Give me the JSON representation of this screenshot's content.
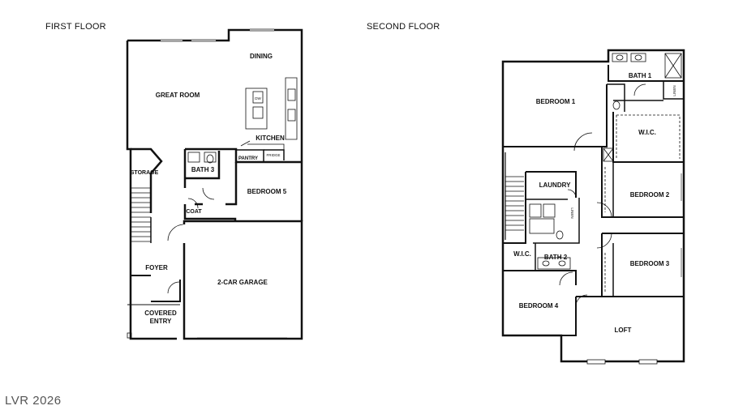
{
  "floors": {
    "first": {
      "title": "FIRST FLOOR",
      "rooms": {
        "dining": "DINING",
        "great_room": "GREAT ROOM",
        "kitchen": "KITCHEN",
        "dw": "DW",
        "pantry": "PANTRY",
        "fridge": "FRIDGE",
        "storage": "STORAGE",
        "bath3": "BATH 3",
        "bedroom5": "BEDROOM 5",
        "coat": "COAT",
        "foyer": "FOYER",
        "garage": "2-CAR GARAGE",
        "covered": "COVERED",
        "entry": "ENTRY"
      }
    },
    "second": {
      "title": "SECOND FLOOR",
      "rooms": {
        "bath1": "BATH 1",
        "bedroom1": "BEDROOM 1",
        "linen1": "LINEN",
        "wic1": "W.I.C.",
        "laundry": "LAUNDRY",
        "bedroom2": "BEDROOM 2",
        "linen2": "LINEN",
        "wic2": "W.I.C.",
        "bath2": "BATH 2",
        "bedroom3": "BEDROOM 3",
        "bedroom4": "BEDROOM 4",
        "loft": "LOFT"
      }
    }
  },
  "watermark": "LVR 2026"
}
